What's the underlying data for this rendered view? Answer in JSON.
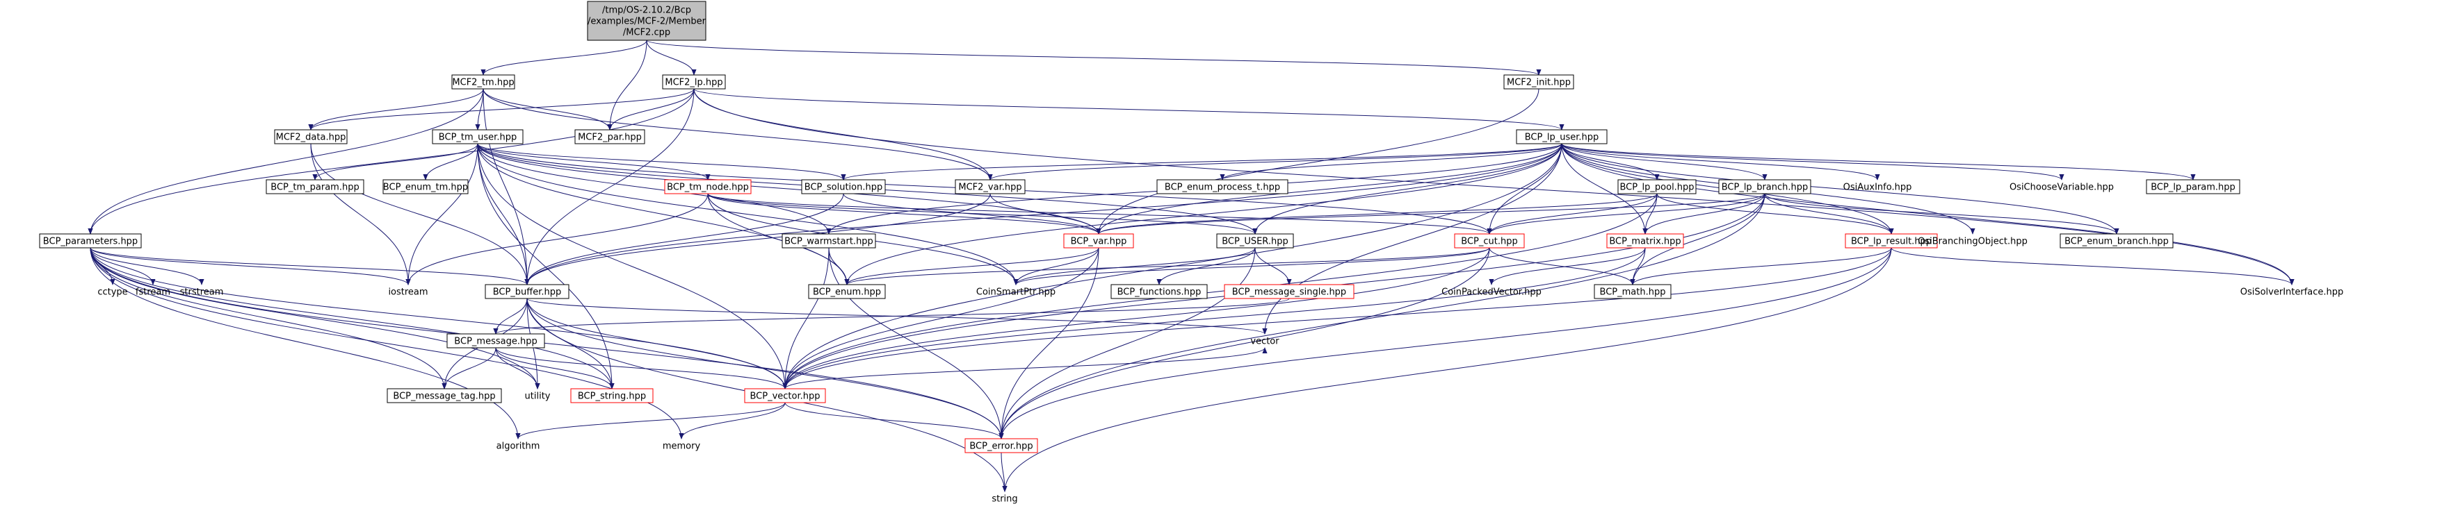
{
  "graph": {
    "colors": {
      "edge": "#191970",
      "box_border": "#000000",
      "box_border_incomplete": "#ff0000",
      "root_fill": "#bfbfbf"
    },
    "nodes": {
      "root": {
        "label": [
          "/tmp/OS-2.10.2/Bcp",
          "/examples/MCF-2/Member",
          "/MCF2.cpp"
        ]
      },
      "mcf2_tm": {
        "label": "MCF2_tm.hpp"
      },
      "mcf2_lp": {
        "label": "MCF2_lp.hpp"
      },
      "mcf2_init": {
        "label": "MCF2_init.hpp"
      },
      "mcf2_data": {
        "label": "MCF2_data.hpp"
      },
      "bcp_tm_user": {
        "label": "BCP_tm_user.hpp"
      },
      "mcf2_par": {
        "label": "MCF2_par.hpp"
      },
      "bcp_lp_user": {
        "label": "BCP_lp_user.hpp"
      },
      "bcp_tm_param": {
        "label": "BCP_tm_param.hpp"
      },
      "bcp_enum_tm": {
        "label": "BCP_enum_tm.hpp"
      },
      "bcp_tm_node": {
        "label": "BCP_tm_node.hpp"
      },
      "bcp_solution": {
        "label": "BCP_solution.hpp"
      },
      "mcf2_var": {
        "label": "MCF2_var.hpp"
      },
      "bcp_enum_process": {
        "label": "BCP_enum_process_t.hpp"
      },
      "bcp_lp_pool": {
        "label": "BCP_lp_pool.hpp"
      },
      "bcp_lp_branch": {
        "label": "BCP_lp_branch.hpp"
      },
      "osi_aux_info": {
        "label": "OsiAuxInfo.hpp"
      },
      "osi_choose_var": {
        "label": "OsiChooseVariable.hpp"
      },
      "bcp_lp_param": {
        "label": "BCP_lp_param.hpp"
      },
      "bcp_parameters": {
        "label": "BCP_parameters.hpp"
      },
      "bcp_warmstart": {
        "label": "BCP_warmstart.hpp"
      },
      "bcp_var": {
        "label": "BCP_var.hpp"
      },
      "bcp_user": {
        "label": "BCP_USER.hpp"
      },
      "bcp_cut": {
        "label": "BCP_cut.hpp"
      },
      "bcp_matrix": {
        "label": "BCP_matrix.hpp"
      },
      "bcp_lp_result": {
        "label": "BCP_lp_result.hpp"
      },
      "osi_branching": {
        "label": "OsiBranchingObject.hpp"
      },
      "bcp_enum_branch": {
        "label": "BCP_enum_branch.hpp"
      },
      "cctype": {
        "label": "cctype"
      },
      "fstream": {
        "label": "fstream"
      },
      "strstream": {
        "label": "strstream"
      },
      "iostream": {
        "label": "iostream"
      },
      "bcp_buffer": {
        "label": "BCP_buffer.hpp"
      },
      "bcp_enum": {
        "label": "BCP_enum.hpp"
      },
      "coin_smart_ptr": {
        "label": "CoinSmartPtr.hpp"
      },
      "bcp_functions": {
        "label": "BCP_functions.hpp"
      },
      "bcp_msg_single": {
        "label": "BCP_message_single.hpp"
      },
      "coin_packed_vec": {
        "label": "CoinPackedVector.hpp"
      },
      "bcp_math": {
        "label": "BCP_math.hpp"
      },
      "osi_solver_if": {
        "label": "OsiSolverInterface.hpp"
      },
      "bcp_message": {
        "label": "BCP_message.hpp"
      },
      "vector": {
        "label": "vector"
      },
      "bcp_message_tag": {
        "label": "BCP_message_tag.hpp"
      },
      "utility": {
        "label": "utility"
      },
      "bcp_string": {
        "label": "BCP_string.hpp"
      },
      "bcp_vector": {
        "label": "BCP_vector.hpp"
      },
      "algorithm": {
        "label": "algorithm"
      },
      "memory": {
        "label": "memory"
      },
      "bcp_error": {
        "label": "BCP_error.hpp"
      },
      "string": {
        "label": "string"
      }
    }
  }
}
